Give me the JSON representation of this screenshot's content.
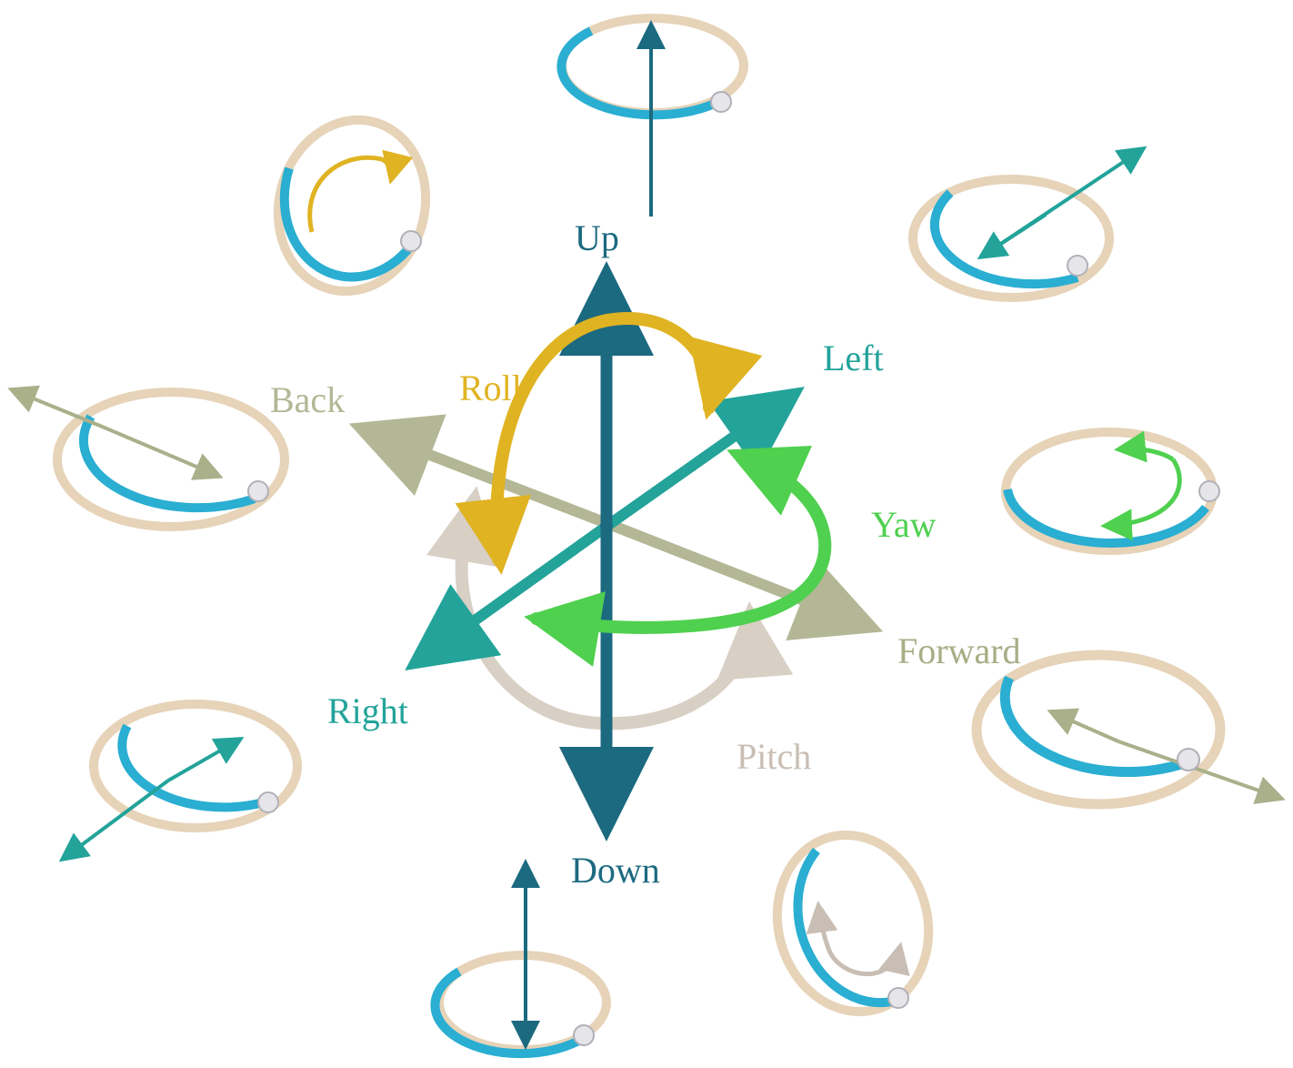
{
  "labels": {
    "up": "Up",
    "down": "Down",
    "left": "Left",
    "right": "Right",
    "back": "Back",
    "forward": "Forward",
    "roll": "Roll",
    "yaw": "Yaw",
    "pitch": "Pitch"
  },
  "colors": {
    "up_down_axis": "#1c6a80",
    "left_right_axis": "#23a39a",
    "back_forward_axis": "#b3b795",
    "roll": "#e0b322",
    "yaw": "#4fd04f",
    "pitch": "#d8cfc5",
    "ring_blue": "#2aaed2",
    "ring_tan": "#e6d3b8",
    "bead": "#e6e6ea"
  }
}
